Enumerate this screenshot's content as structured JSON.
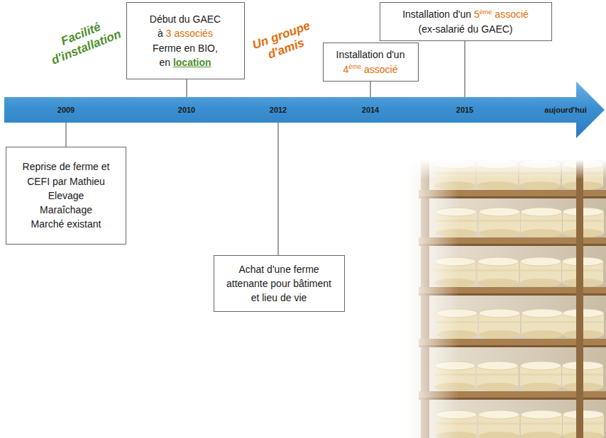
{
  "diagram": {
    "nodes": [
      {
        "text": [
          "Début du GAEC",
          "à",
          "3 associés",
          "Ferme en BIO,",
          "en",
          "location"
        ]
      },
      {
        "text": [
          "Installation d'un",
          "5",
          "ème",
          "associé",
          "(ex-salarié du GAEC)"
        ]
      },
      {
        "text": [
          "Installation d'un",
          "4",
          "ème",
          "associé"
        ]
      },
      {
        "text": [
          "2009",
          "2010",
          "2012",
          "2014",
          "2015",
          "aujourd'hui"
        ]
      },
      {
        "text": [
          "Reprise de ferme et CEFI par Mathieu",
          "Elevage",
          "Maraîchage",
          "Marché existant"
        ]
      },
      {
        "text": [
          "Achat d'une ferme attenante pour bâtiment et lieu de vie"
        ]
      }
    ],
    "edges": [
      {
        "from": 0,
        "to": 3,
        "arrow": "none"
      },
      {
        "from": 1,
        "to": 3,
        "arrow": "none"
      },
      {
        "from": 2,
        "to": 3,
        "arrow": "none"
      },
      {
        "from": 4,
        "to": 3,
        "arrow": "none"
      },
      {
        "from": 5,
        "to": 3,
        "arrow": "none"
      }
    ],
    "labels": [
      "Facilité d'installation",
      "Un groupe d'amis"
    ]
  }
}
